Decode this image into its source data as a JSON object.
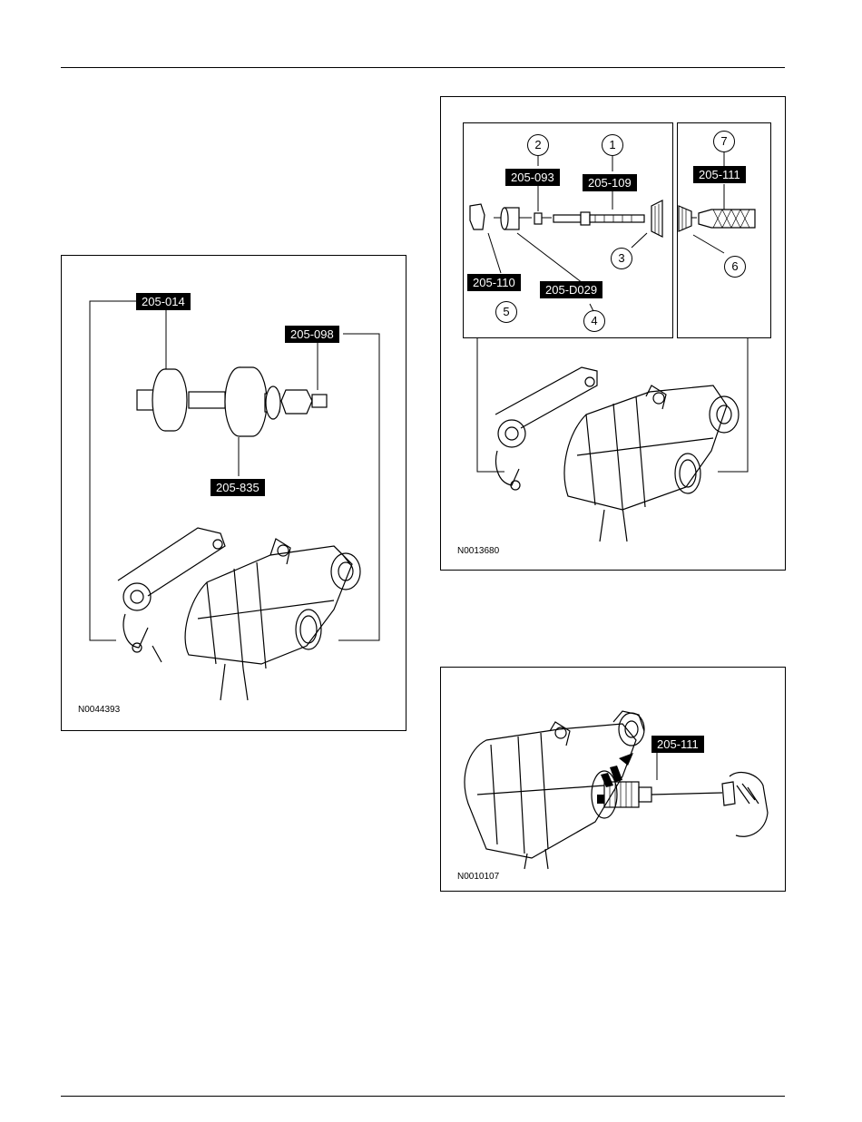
{
  "figures": {
    "fig1": {
      "id_label": "N0044393",
      "tools": {
        "remover_adapter": "205-014",
        "forcing_screw": "205-098",
        "receiver_cup": "205-835"
      }
    },
    "fig2": {
      "id_label": "N0013680",
      "tools": {
        "t1": "205-109",
        "t2": "205-093",
        "t3_callout": "3",
        "t4": "205-D029",
        "t5": "205-110",
        "t6_callout": "6",
        "t7": "205-111"
      },
      "callouts": {
        "c1": "1",
        "c2": "2",
        "c3": "3",
        "c4": "4",
        "c5": "5",
        "c6": "6",
        "c7": "7"
      }
    },
    "fig3": {
      "id_label": "N0010107",
      "tools": {
        "installer": "205-111"
      }
    }
  }
}
